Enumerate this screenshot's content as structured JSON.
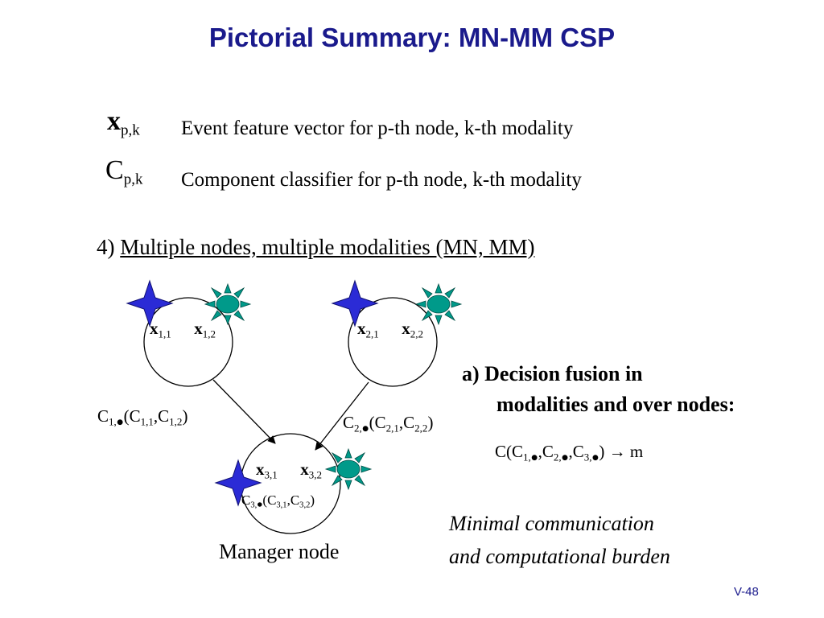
{
  "title": "Pictorial Summary: MN-MM CSP",
  "definitions": [
    {
      "symbol": "x",
      "sub": "p,k",
      "text": "Event feature vector for p-th node, k-th modality"
    },
    {
      "symbol": "C",
      "sub": "p,k",
      "text": "Component classifier for p-th node, k-th modality"
    }
  ],
  "case": {
    "prefix": "4) ",
    "label": "Multiple nodes, multiple modalities (MN, MM)"
  },
  "nodes": [
    {
      "v1": "x",
      "s1": "1,1",
      "v2": "x",
      "s2": "1,2"
    },
    {
      "v1": "x",
      "s1": "2,1",
      "v2": "x",
      "s2": "2,2"
    },
    {
      "v1": "x",
      "s1": "3,1",
      "v2": "x",
      "s2": "3,2"
    }
  ],
  "classifiers": [
    {
      "outer": "C",
      "outer_sub": "1,",
      "inner1": "C",
      "sub1": "1,1",
      "inner2": "C",
      "sub2": "1,2"
    },
    {
      "outer": "C",
      "outer_sub": "2,",
      "inner1": "C",
      "sub1": "2,1",
      "inner2": "C",
      "sub2": "2,2"
    },
    {
      "outer": "C",
      "outer_sub": "3,",
      "inner1": "C",
      "sub1": "3,1",
      "inner2": "C",
      "sub2": "3,2"
    }
  ],
  "manager_label": "Manager node",
  "fusion": {
    "line1": "a) Decision fusion in",
    "line2": "modalities and over nodes:",
    "formula": {
      "fn": "C(",
      "t1": "C",
      "s1": "1,",
      "t2": "C",
      "s2": "2,",
      "t3": "C",
      "s3": "3,",
      "close": ")",
      "arrow": "→",
      "result": "m"
    }
  },
  "note": {
    "line1": "Minimal communication",
    "line2": "and computational burden"
  },
  "page_number": "V-48",
  "colors": {
    "title": "#1a1a8c",
    "star": "#2b2bd6",
    "sun": "#009a8a",
    "arrow": "#000000"
  },
  "icons": {
    "modality1": "four-point-star-icon",
    "modality2": "sun-icon"
  }
}
